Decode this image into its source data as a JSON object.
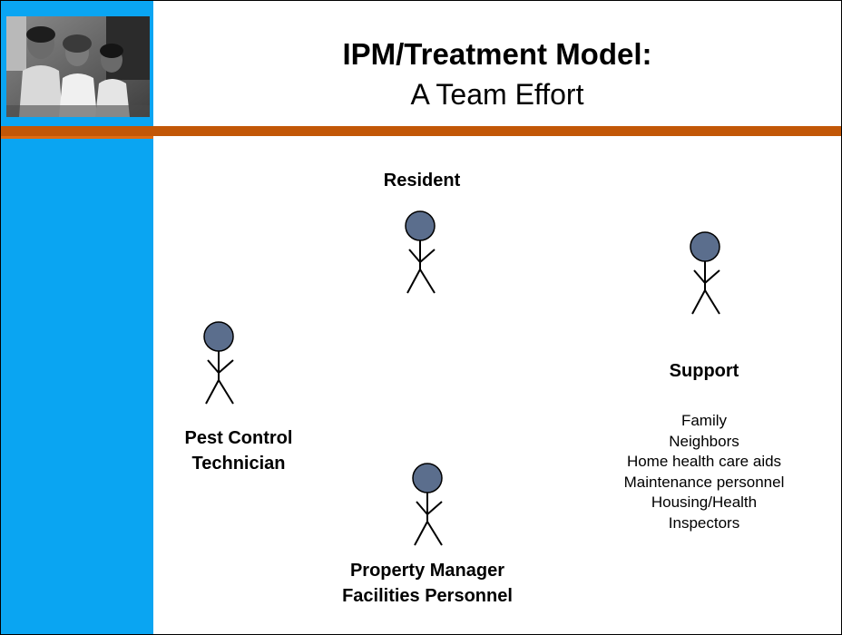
{
  "slide": {
    "title_line1": "IPM/Treatment Model:",
    "title_line2": "A Team Effort"
  },
  "roles": {
    "resident": "Resident",
    "pest_control_line1": "Pest Control",
    "pest_control_line2": "Technician",
    "property_line1": "Property Manager",
    "property_line2": "Facilities Personnel",
    "support": "Support"
  },
  "support_list": [
    "Family",
    "Neighbors",
    "Home health care aids",
    "Maintenance personnel",
    "Housing/Health",
    "Inspectors"
  ],
  "colors": {
    "sidebar": "#0aa5f2",
    "rule": "#c25707",
    "figure_head": "#5b6e8d"
  },
  "icons": {
    "figure": "stick-figure-icon",
    "photo": "children-photo"
  }
}
